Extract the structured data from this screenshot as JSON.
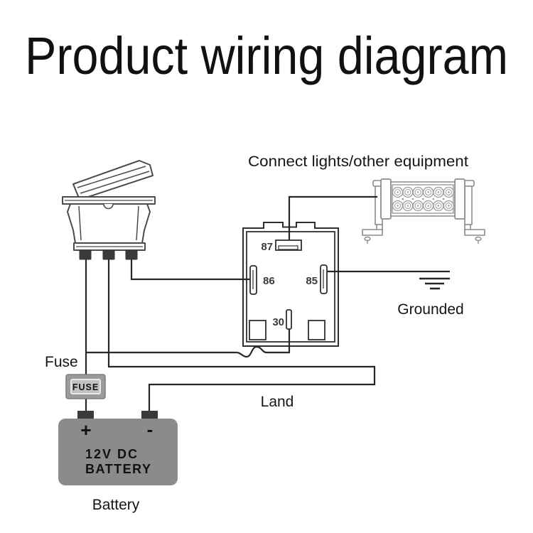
{
  "title": "Product wiring diagram",
  "annotations": {
    "connect_label": "Connect lights/other equipment",
    "grounded_label": "Grounded",
    "fuse_label": "Fuse",
    "land_label": "Land",
    "battery_label": "Battery"
  },
  "relay": {
    "pin_87": "87",
    "pin_86": "86",
    "pin_85": "85",
    "pin_30": "30"
  },
  "fuse": {
    "label": "FUSE"
  },
  "battery": {
    "plus": "+",
    "minus": "-",
    "line1": "12V DC",
    "line2": "BATTERY"
  },
  "colors": {
    "wire": "#262626",
    "relay_outline": "#2f2f2f",
    "switch_outline": "#4b4b4b",
    "lightbar_outline": "#8c8c8c",
    "battery_body": "#8b8b8b",
    "terminal_dark": "#3a3a3a",
    "fuse_outer": "#9b9b9b",
    "fuse_inner": "#c2c2c2",
    "label_text": "#151515"
  }
}
